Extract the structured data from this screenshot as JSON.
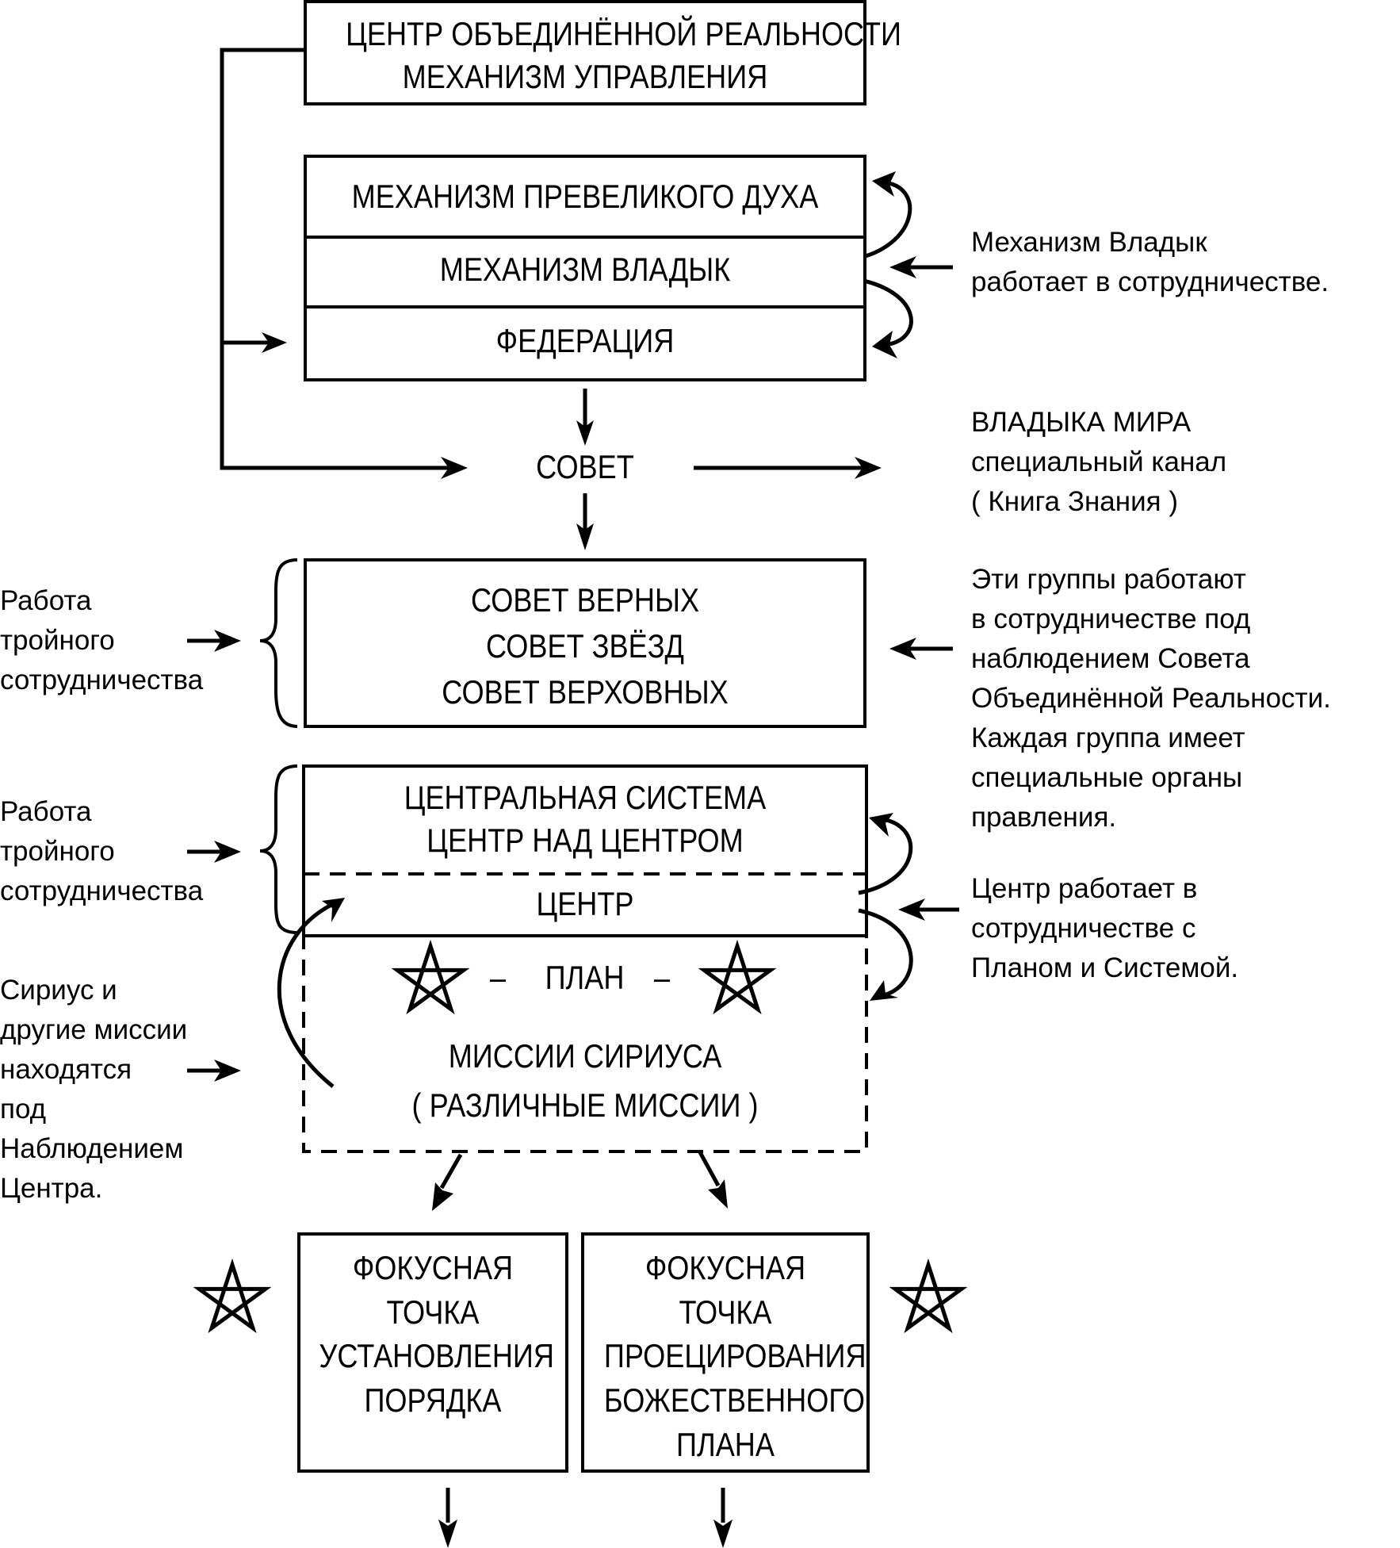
{
  "diagram": {
    "top_box": {
      "lines": [
        "ЦЕНТР ОБЪЕДИНЁННОЙ РЕАЛЬНОСТИ",
        "МЕХАНИЗМ УПРАВЛЕНИЯ"
      ]
    },
    "mechanism_box": {
      "rows": [
        "МЕХАНИЗМ ПРЕВЕЛИКОГО ДУХА",
        "МЕХАНИЗМ ВЛАДЫК",
        "ФЕДЕРАЦИЯ"
      ]
    },
    "sovet": "СОВЕТ",
    "councils_box": {
      "lines": [
        "СОВЕТ ВЕРНЫХ",
        "СОВЕТ ЗВЁЗД",
        "СОВЕТ ВЕРХОВНЫХ"
      ]
    },
    "central_box": {
      "upper_lines": [
        "ЦЕНТРАЛЬНАЯ СИСТЕМА",
        "ЦЕНТР НАД ЦЕНТРОМ"
      ],
      "center": "ЦЕНТР"
    },
    "missions_box": {
      "plan_label": "ПЛАН",
      "plan_dash": "–",
      "lines": [
        "МИССИИ СИРИУСА",
        "( РАЗЛИЧНЫЕ МИССИИ )"
      ]
    },
    "focal_left": {
      "lines": [
        "ФОКУСНАЯ",
        "ТОЧКА",
        "УСТАНОВЛЕНИЯ",
        "ПОРЯДКА"
      ]
    },
    "focal_right": {
      "lines": [
        "ФОКУСНАЯ",
        "ТОЧКА",
        "ПРОЕЦИРОВАНИЯ",
        "БОЖЕСТВЕННОГО",
        "ПЛАНА"
      ]
    },
    "notes": {
      "right_vladyk": [
        "Механизм Владык",
        "работает в сотрудничестве."
      ],
      "right_world_lord": [
        "ВЛАДЫКА МИРА",
        "специальный канал",
        "( Книга Знания )"
      ],
      "right_groups": [
        "Эти группы работают",
        "в сотрудничестве под",
        "наблюдением Совета",
        "Объединённой Реальности.",
        "Каждая группа имеет",
        "специальные органы",
        "правления."
      ],
      "right_center": [
        "Центр работает в",
        "сотрудничестве с",
        "Планом и Системой."
      ],
      "left_triple_1": [
        "Работа",
        "тройного",
        "сотрудничества"
      ],
      "left_triple_2": [
        "Работа",
        "тройного",
        "сотрудничества"
      ],
      "left_sirius": [
        "Сириус и",
        "другие миссии",
        "находятся",
        "под",
        "Наблюдением",
        "Центра."
      ]
    },
    "icons": {
      "star": "pentagram-star-icon"
    }
  }
}
